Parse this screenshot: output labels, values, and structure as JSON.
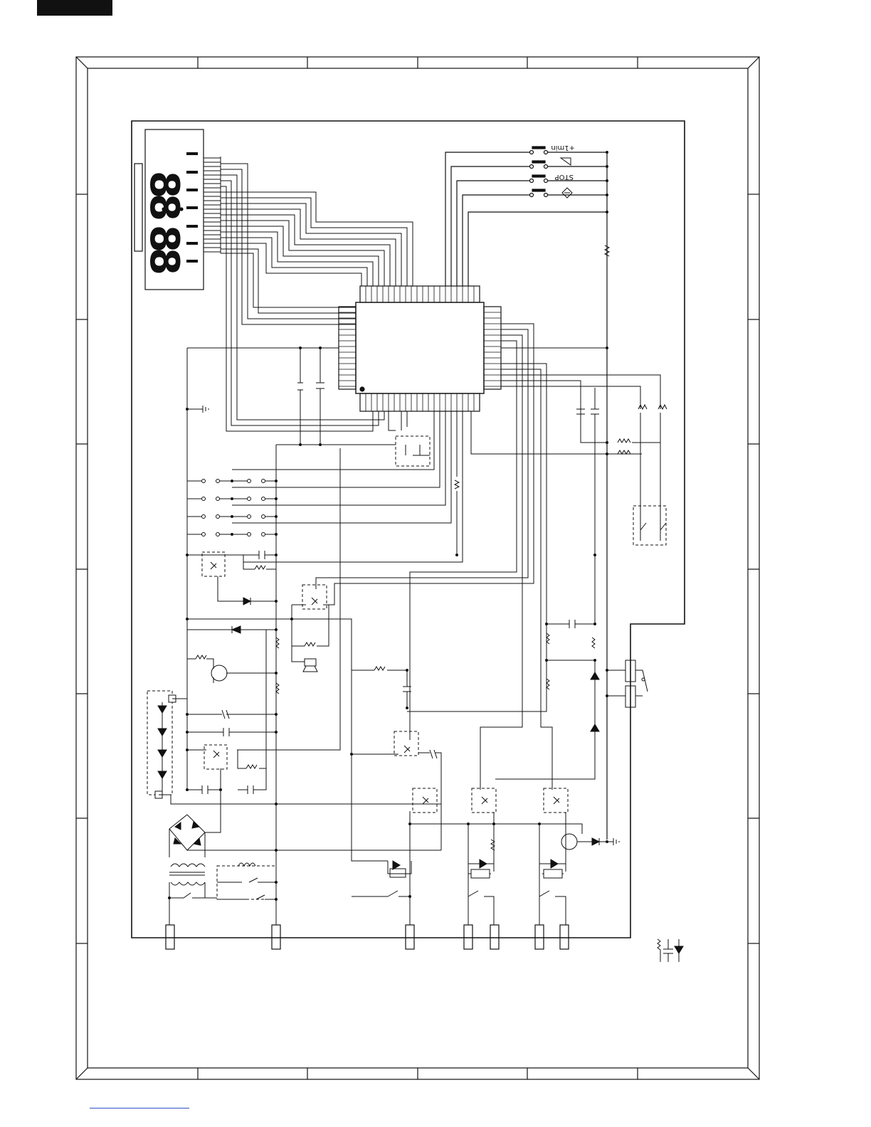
{
  "schematic": {
    "display": {
      "digits": [
        "8",
        "8",
        "8",
        "8"
      ],
      "colon": ":"
    },
    "keys": [
      {
        "label": "+1min",
        "kind": "text"
      },
      {
        "label": "",
        "kind": "triangle"
      },
      {
        "label": "STOP",
        "kind": "text"
      },
      {
        "label": "",
        "kind": "diamond"
      }
    ]
  },
  "colors": {
    "ink": "#111111",
    "paper": "#ffffff",
    "link": "#3050c0"
  }
}
